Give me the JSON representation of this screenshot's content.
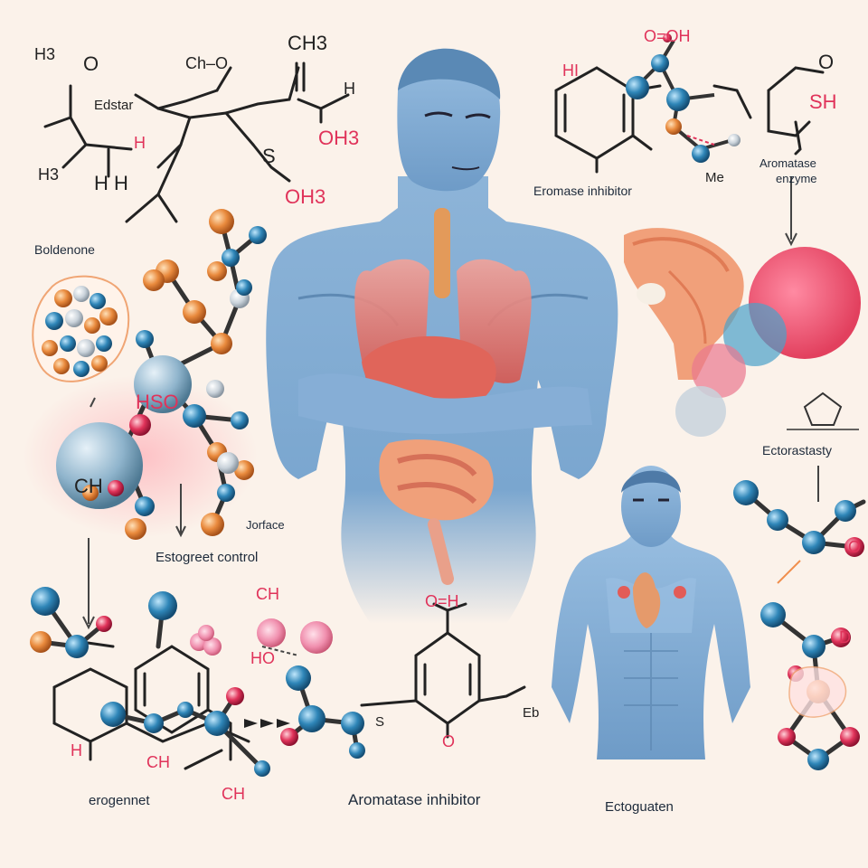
{
  "colors": {
    "background": "#fbf2ea",
    "bond": "#222222",
    "atom_blue": "#2f86b8",
    "atom_orange": "#e98a3d",
    "atom_red": "#e0335a",
    "skin": "#7fa9cf",
    "organ": "#e25c58"
  },
  "labels": {
    "boldenone": "Boldenone",
    "estrogen_control": "Estogreet control",
    "surface": "Jorface",
    "erogenet": "erogennet",
    "aromatase_inhibitor_bottom": "Aromatase inhibitor",
    "aromatase_inhibitor_top": "Eromase inhibitor",
    "aromatase_enzyme_1": "Aromatase",
    "aromatase_enzyme_2": "enzyme",
    "estrotasty": "Ectorastasty",
    "estogusten": "Ectoguaten"
  },
  "chem": {
    "h3_top": "H3",
    "o_top": "O",
    "edstar": "Edstar",
    "ch_o": "Ch–O",
    "ch3_top": "CH3",
    "h_mid": "H",
    "oh3": "OH3",
    "s": "S",
    "ooh3": "OH3",
    "h_red": "H",
    "hh": "H H",
    "h3_low": "H3",
    "hi_red": "HI",
    "oh_top": "O=OH",
    "sh": "SH",
    "o_ring": "O",
    "me": "Me",
    "hso": "HSO",
    "ch_ball": "CH",
    "ch_pink": "CH",
    "ho": "HO",
    "h_bl": "H",
    "ch_red": "CH",
    "ch_red2": "CH",
    "oh_ald": "O=H",
    "o_ald": "O",
    "s_small": "S",
    "o_side": "O",
    "d_side": "D",
    "eb": "Eb"
  }
}
